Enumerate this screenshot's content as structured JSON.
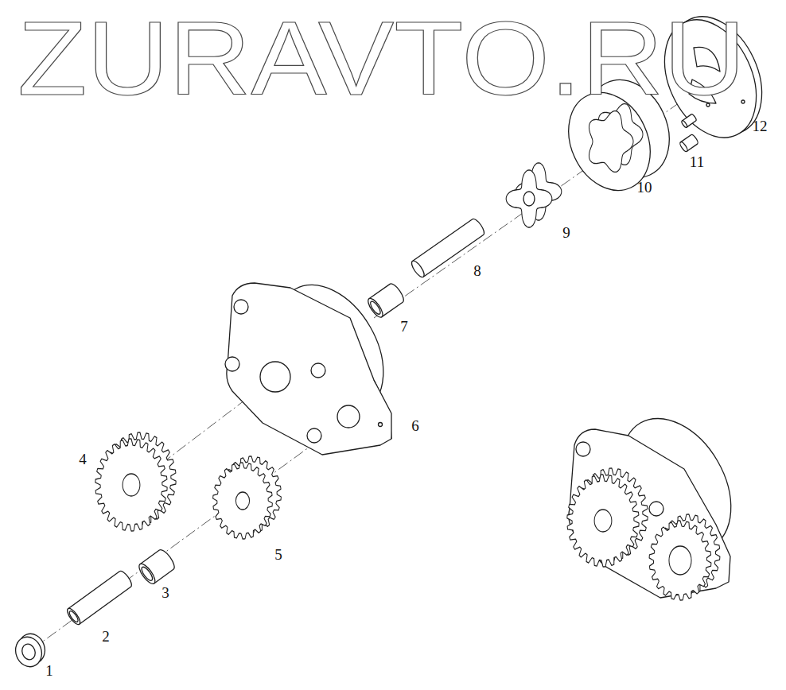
{
  "diagram": {
    "labels": [
      "ZURAVTO.RU",
      "1",
      "2",
      "3",
      "4",
      "5",
      "6",
      "7",
      "8",
      "9",
      "10",
      "11",
      "12"
    ]
  }
}
